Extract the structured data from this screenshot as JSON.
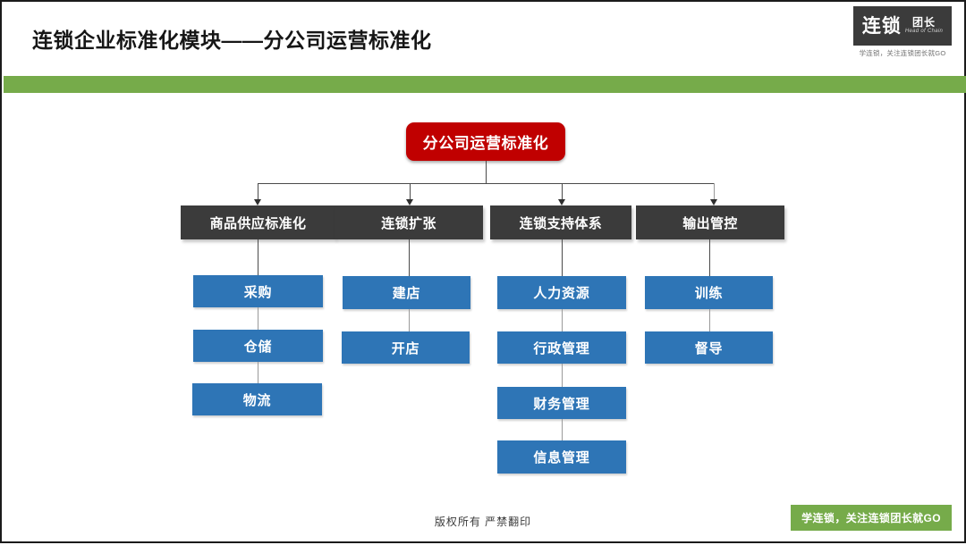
{
  "header": {
    "title": "连锁企业标准化模块——分公司运营标准化",
    "accent_green": "#76ab4a",
    "brand": {
      "main": "连锁",
      "sub": "团长",
      "english": "Head of Chain",
      "tagline": "学连锁，关注连锁团长就GO"
    }
  },
  "diagram": {
    "type": "org-tree",
    "root": {
      "label": "分公司运营标准化",
      "color": "#c00000"
    },
    "category_color": "#3b3b3b",
    "leaf_color": "#2e75b6",
    "columns": [
      {
        "category": "商品供应标准化",
        "items": [
          "采购",
          "仓储",
          "物流"
        ]
      },
      {
        "category": "连锁扩张",
        "items": [
          "建店",
          "开店"
        ]
      },
      {
        "category": "连锁支持体系",
        "items": [
          "人力资源",
          "行政管理",
          "财务管理",
          "信息管理"
        ]
      },
      {
        "category": "输出管控",
        "items": [
          "训练",
          "督导"
        ]
      }
    ]
  },
  "footer": {
    "copyright": "版权所有  严禁翻印",
    "badge": "学连锁，关注连锁团长就GO"
  }
}
